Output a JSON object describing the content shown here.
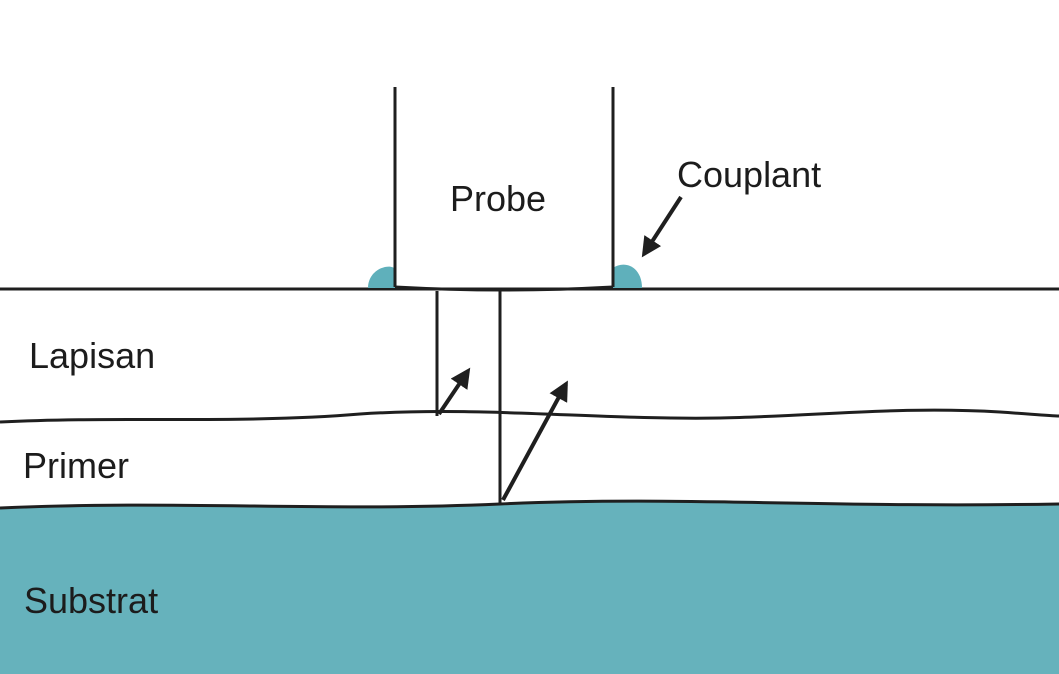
{
  "labels": {
    "probe": "Probe",
    "couplant": "Couplant",
    "coating": "Lapisan",
    "primer": "Primer",
    "substrate": "Substrat"
  },
  "colors": {
    "substrate": "#66b2bc",
    "couplant": "#5fb0bb",
    "line": "#1f1f1f",
    "background": "#ffffff"
  }
}
